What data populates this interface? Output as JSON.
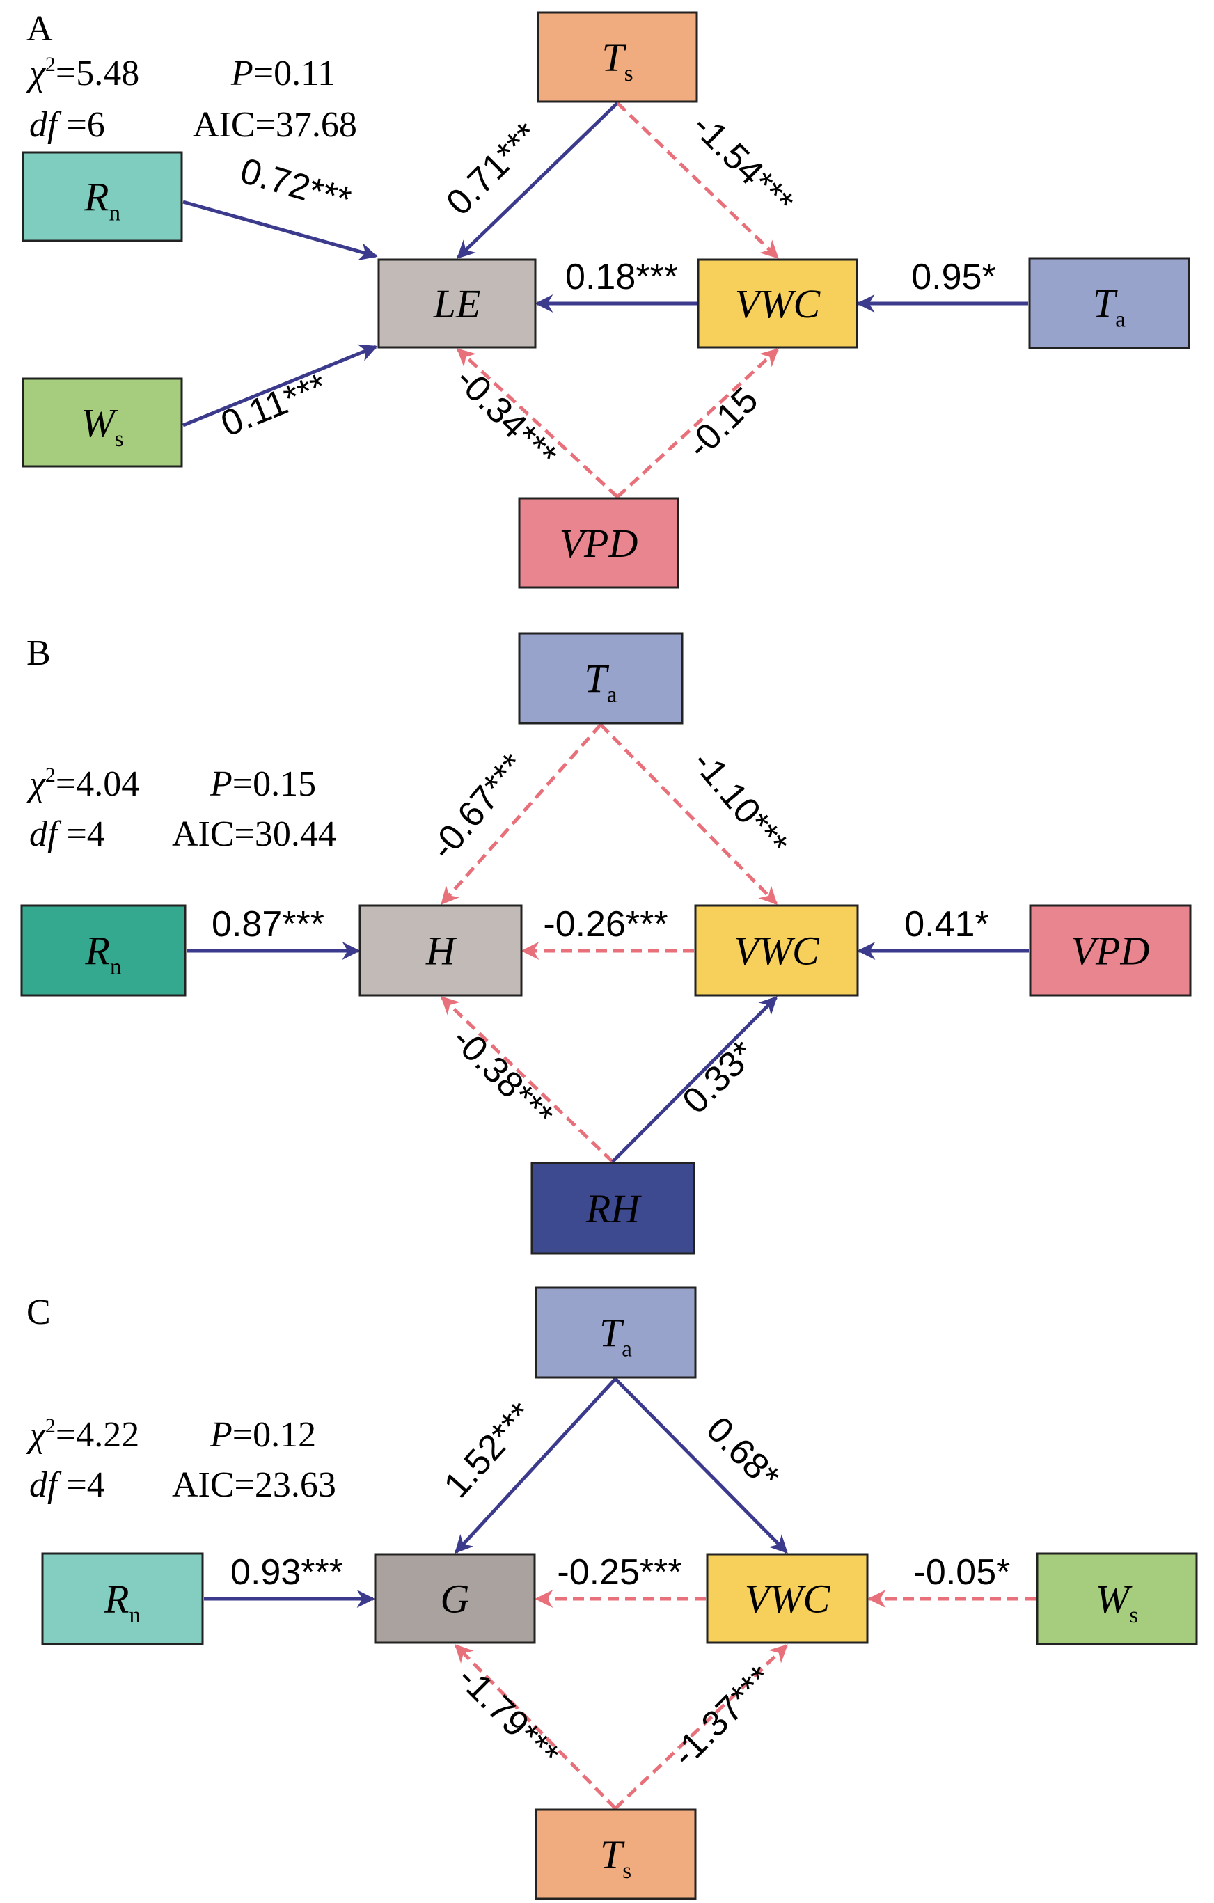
{
  "colors": {
    "positive": "#3b3a8c",
    "negative": "#e8707a",
    "Rn_A": "#7ecdbe",
    "Rn_B": "#34a98f",
    "Rn_C": "#83cdc1",
    "Ws": "#a6cd7e",
    "Ts": "#f0ab7e",
    "Ta": "#98a3cb",
    "VPD": "#e8858f",
    "VWC": "#f7d05c",
    "center_A": "#c2bab6",
    "center_B": "#c2bab6",
    "center_C": "#aaa29e",
    "RH": "#3d4a8f"
  },
  "panels": [
    {
      "label": "A",
      "stats": {
        "chi2": "5.48",
        "P": "0.11",
        "df": "6",
        "AIC": "37.68"
      },
      "nodes": {
        "Ts": {
          "main": "T",
          "sub": "s"
        },
        "Rn": {
          "main": "R",
          "sub": "n"
        },
        "LE": {
          "main": "LE",
          "sub": ""
        },
        "VWC": {
          "main": "VWC",
          "sub": ""
        },
        "Ta": {
          "main": "T",
          "sub": "a"
        },
        "Ws": {
          "main": "W",
          "sub": "s"
        },
        "VPD": {
          "main": "VPD",
          "sub": ""
        }
      },
      "paths": [
        {
          "from": "Rn",
          "to": "LE",
          "coef": "0.72***",
          "sign": "positive"
        },
        {
          "from": "Ws",
          "to": "LE",
          "coef": "0.11***",
          "sign": "positive"
        },
        {
          "from": "Ts",
          "to": "LE",
          "coef": "0.71***",
          "sign": "positive"
        },
        {
          "from": "Ts",
          "to": "VWC",
          "coef": "-1.54***",
          "sign": "negative"
        },
        {
          "from": "VWC",
          "to": "LE",
          "coef": "0.18***",
          "sign": "positive"
        },
        {
          "from": "Ta",
          "to": "VWC",
          "coef": "0.95*",
          "sign": "positive"
        },
        {
          "from": "VPD",
          "to": "LE",
          "coef": "-0.34***",
          "sign": "negative"
        },
        {
          "from": "VPD",
          "to": "VWC",
          "coef": "-0.15",
          "sign": "negative"
        }
      ]
    },
    {
      "label": "B",
      "stats": {
        "chi2": "4.04",
        "P": "0.15",
        "df": "4",
        "AIC": "30.44"
      },
      "nodes": {
        "Ta": {
          "main": "T",
          "sub": "a"
        },
        "Rn": {
          "main": "R",
          "sub": "n"
        },
        "H": {
          "main": "H",
          "sub": ""
        },
        "VWC": {
          "main": "VWC",
          "sub": ""
        },
        "VPD": {
          "main": "VPD",
          "sub": ""
        },
        "RH": {
          "main": "RH",
          "sub": ""
        }
      },
      "paths": [
        {
          "from": "Ta",
          "to": "H",
          "coef": "-0.67***",
          "sign": "negative"
        },
        {
          "from": "Ta",
          "to": "VWC",
          "coef": "-1.10***",
          "sign": "negative"
        },
        {
          "from": "Rn",
          "to": "H",
          "coef": "0.87***",
          "sign": "positive"
        },
        {
          "from": "VWC",
          "to": "H",
          "coef": "-0.26***",
          "sign": "negative"
        },
        {
          "from": "VPD",
          "to": "VWC",
          "coef": "0.41*",
          "sign": "positive"
        },
        {
          "from": "RH",
          "to": "H",
          "coef": "-0.38***",
          "sign": "negative"
        },
        {
          "from": "RH",
          "to": "VWC",
          "coef": "0.33*",
          "sign": "positive"
        }
      ]
    },
    {
      "label": "C",
      "stats": {
        "chi2": "4.22",
        "P": "0.12",
        "df": "4",
        "AIC": "23.63"
      },
      "nodes": {
        "Ta": {
          "main": "T",
          "sub": "a"
        },
        "Rn": {
          "main": "R",
          "sub": "n"
        },
        "G": {
          "main": "G",
          "sub": ""
        },
        "VWC": {
          "main": "VWC",
          "sub": ""
        },
        "Ws": {
          "main": "W",
          "sub": "s"
        },
        "Ts": {
          "main": "T",
          "sub": "s"
        }
      },
      "paths": [
        {
          "from": "Ta",
          "to": "G",
          "coef": "1.52***",
          "sign": "positive"
        },
        {
          "from": "Ta",
          "to": "VWC",
          "coef": "0.68*",
          "sign": "positive"
        },
        {
          "from": "Rn",
          "to": "G",
          "coef": "0.93***",
          "sign": "positive"
        },
        {
          "from": "VWC",
          "to": "G",
          "coef": "-0.25***",
          "sign": "negative"
        },
        {
          "from": "Ws",
          "to": "VWC",
          "coef": "-0.05*",
          "sign": "negative"
        },
        {
          "from": "Ts",
          "to": "G",
          "coef": "-1.79***",
          "sign": "negative"
        },
        {
          "from": "Ts",
          "to": "VWC",
          "coef": "-1.37***",
          "sign": "negative"
        }
      ]
    }
  ]
}
